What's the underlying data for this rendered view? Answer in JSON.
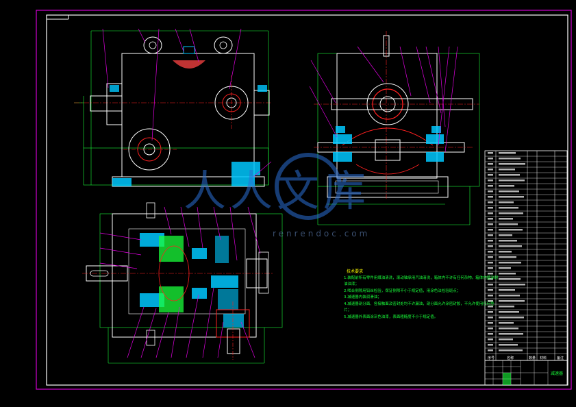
{
  "drawing": {
    "colors": {
      "background": "#000000",
      "border": "#d100d1",
      "frame": "#ffffff",
      "outline": "#ffffff",
      "dimension": "#19ff3a",
      "leader": "#e000e0",
      "centerline": "#ff2020",
      "hatch": "#00c8ff",
      "text": "#ffffff",
      "title_text": "#ffff00"
    },
    "views": [
      {
        "name": "front-view"
      },
      {
        "name": "side-view"
      },
      {
        "name": "top-section-view"
      }
    ]
  },
  "technical_requirements": {
    "title": "技术要求",
    "items": [
      "1.装配前所有零件用煤油清洗，滚动轴承用汽油清洗，箱体内不许有任何杂物。箱体内壁涂耐油油漆；",
      "2.啮合侧隙用铅丝检验，保证侧隙不小于规定值，用涂色法检验斑点；",
      "3.减速器内装润滑油；",
      "4.减速器剖分面、各接触面及密封处均不许漏油，剖分面允许涂密封胶，不允许使用任何垫片；",
      "5.减速器外表面涂灰色油漆，表面粗糙度不小于规定值。"
    ]
  },
  "parts_list": {
    "header": [
      "序号",
      "名称",
      "数量",
      "材料",
      "备注"
    ]
  },
  "title_block": {
    "drawing_name": "减速器"
  },
  "watermark": {
    "logo_text": "人人文库",
    "url": "renrendoc.com"
  }
}
